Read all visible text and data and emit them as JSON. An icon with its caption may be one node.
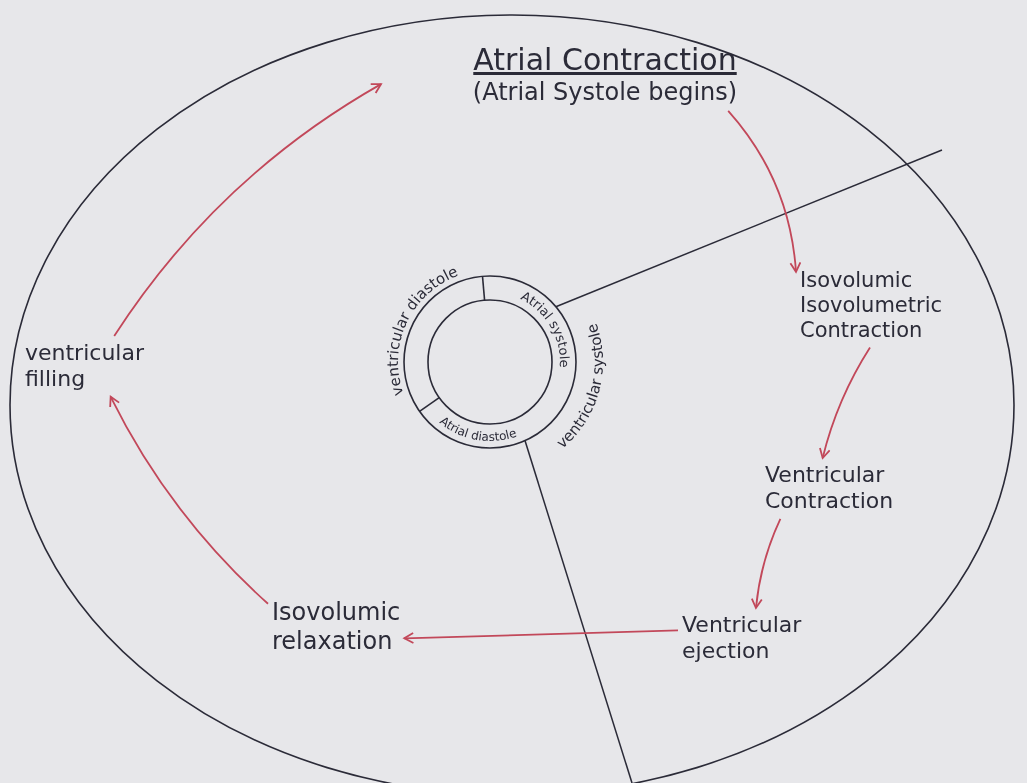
{
  "diagram": {
    "nodes": [
      {
        "text": [
          "Atrial Contraction",
          "(Atrial Systole begins)"
        ]
      },
      {
        "text": [
          "Isovolumic Isovolumetric Contraction"
        ]
      },
      {
        "text": [
          "Ventricular Contraction"
        ]
      },
      {
        "text": [
          "Ventricular ejection"
        ]
      },
      {
        "text": [
          "Isovolumic relaxation"
        ]
      },
      {
        "text": [
          "ventricular filling"
        ]
      }
    ],
    "edges": [
      {
        "from": 0,
        "to": 1,
        "arrow": "to"
      },
      {
        "from": 1,
        "to": 2,
        "arrow": "to"
      },
      {
        "from": 2,
        "to": 3,
        "arrow": "to"
      },
      {
        "from": 3,
        "to": 4,
        "arrow": "to"
      },
      {
        "from": 4,
        "to": 5,
        "arrow": "to"
      },
      {
        "from": 5,
        "to": 0,
        "arrow": "to"
      }
    ],
    "labels": [
      "Atrial systole",
      "Atrial diastole",
      "ventricular diastole",
      "ventricular systole"
    ]
  }
}
